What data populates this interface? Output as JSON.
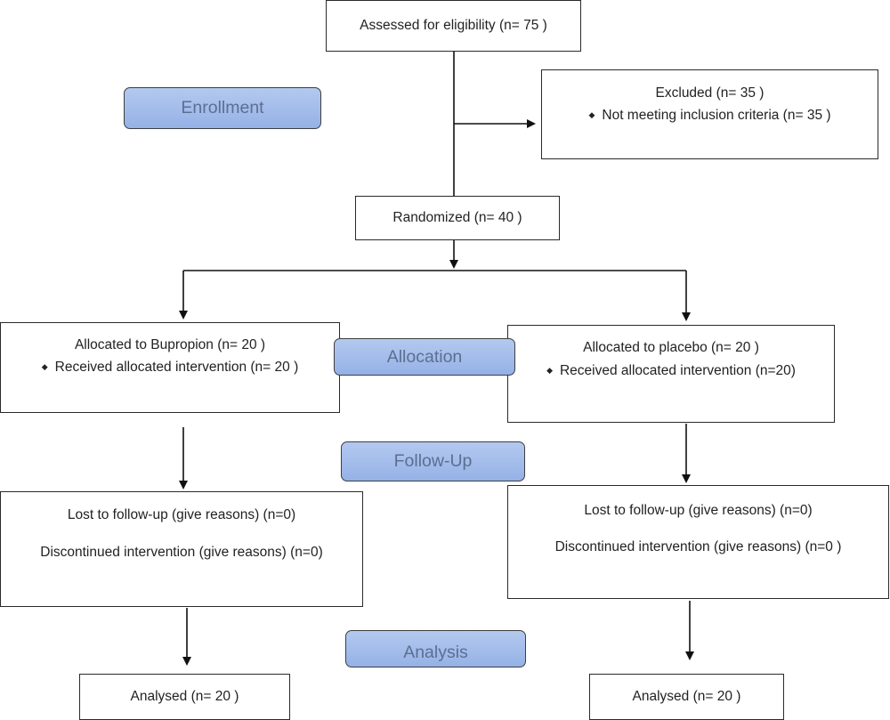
{
  "stages": {
    "enrollment": "Enrollment",
    "allocation": "Allocation",
    "followup": "Follow-Up",
    "analysis": "Analysis"
  },
  "boxes": {
    "assessed": "Assessed for eligibility (n= 75 )",
    "excluded": {
      "title": "Excluded  (n= 35  )",
      "reason": "Not meeting inclusion criteria (n= 35 )"
    },
    "randomized": "Randomized (n= 40 )",
    "alloc_bupropion": {
      "title": "Allocated to Bupropion (n= 20 )",
      "detail": "Received allocated intervention (n= 20 )"
    },
    "alloc_placebo": {
      "title": "Allocated to placebo (n= 20 )",
      "detail": "Received allocated intervention (n=20)"
    },
    "followup_left": {
      "lost": "Lost to follow-up (give reasons) (n=0)",
      "discontinued": "Discontinued intervention (give reasons) (n=0)"
    },
    "followup_right": {
      "lost": "Lost to follow-up (give reasons) (n=0)",
      "discontinued": "Discontinued intervention (give reasons) (n=0 )"
    },
    "analysed_left": "Analysed  (n= 20 )",
    "analysed_right": "Analysed  (n= 20 )"
  },
  "bullet_symbol": "◆",
  "colors": {
    "stage_fill": "#a6bfeb",
    "stage_text": "#5c6f92",
    "border": "#2a2a2a"
  }
}
